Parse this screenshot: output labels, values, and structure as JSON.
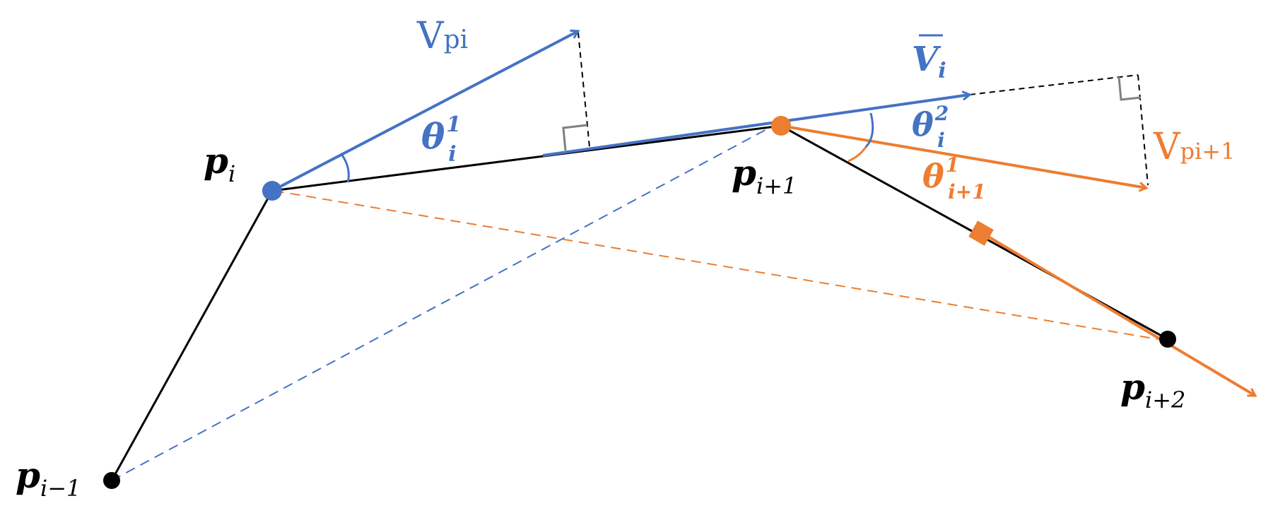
{
  "colors": {
    "blue": "#4472C4",
    "orange": "#ED7D31",
    "black": "#000000",
    "gray": "#808080"
  },
  "points": {
    "p_im1": {
      "base": "p",
      "sub": "i−1"
    },
    "p_i": {
      "base": "p",
      "sub": "i"
    },
    "p_ip1": {
      "base": "p",
      "sub": "i+1"
    },
    "p_ip2": {
      "base": "p",
      "sub": "i+2"
    }
  },
  "vectors": {
    "v_pi": {
      "base": "V",
      "sub": "pi"
    },
    "v_bar": {
      "base": "V",
      "sub": "i"
    },
    "v_pip1": {
      "base": "V",
      "sub": "pi+1"
    }
  },
  "angles": {
    "theta_i_1": {
      "base": "θ",
      "sup": "1",
      "sub": "i"
    },
    "theta_i_2": {
      "base": "θ",
      "sup": "2",
      "sub": "i"
    },
    "theta_ip1_1": {
      "base": "θ",
      "sup": "1",
      "sub": "i+1"
    }
  }
}
